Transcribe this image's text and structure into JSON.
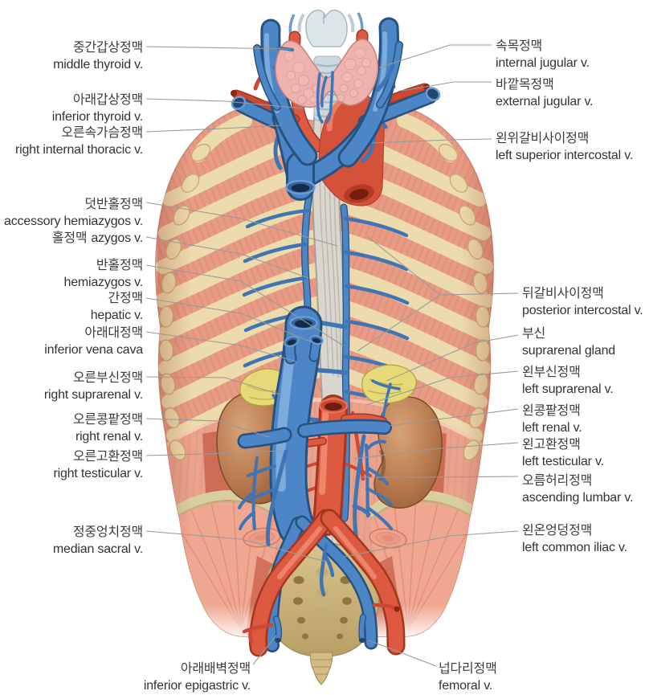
{
  "labels": {
    "left": [
      {
        "ko": "중간갑상정맥",
        "en": "middle thyroid v."
      },
      {
        "ko": "아래갑상정맥",
        "en": "inferior thyroid v."
      },
      {
        "ko": "오른속가슴정맥",
        "en": "right internal thoracic v."
      },
      {
        "ko": "덧반홀정맥",
        "en": "accessory hemiazygos v."
      },
      {
        "ko": "홀정맥",
        "en": "azygos v."
      },
      {
        "ko": "반홀정맥",
        "en": "hemiazygos v."
      },
      {
        "ko": "간정맥",
        "en": "hepatic v."
      },
      {
        "ko": "아래대정맥",
        "en": "inferior vena cava"
      },
      {
        "ko": "오른부신정맥",
        "en": "right suprarenal v."
      },
      {
        "ko": "오른콩팥정맥",
        "en": "right renal v."
      },
      {
        "ko": "오른고환정맥",
        "en": "right testicular v."
      },
      {
        "ko": "정중엉치정맥",
        "en": "median sacral v."
      }
    ],
    "right": [
      {
        "ko": "속목정맥",
        "en": "internal jugular v."
      },
      {
        "ko": "바깥목정맥",
        "en": "external jugular v."
      },
      {
        "ko": "왼위갈비사이정맥",
        "en": "left superior intercostal v."
      },
      {
        "ko": "뒤갈비사이정맥",
        "en": "posterior intercostal v."
      },
      {
        "ko": "부신",
        "en": "suprarenal gland"
      },
      {
        "ko": "왼부신정맥",
        "en": "left suprarenal v."
      },
      {
        "ko": "왼콩팥정맥",
        "en": "left renal v."
      },
      {
        "ko": "왼고환정맥",
        "en": "left testicular v."
      },
      {
        "ko": "오름허리정맥",
        "en": "ascending lumbar v."
      },
      {
        "ko": "왼온엉덩정맥",
        "en": "left common iliac v."
      }
    ],
    "bottom": [
      {
        "ko": "아래배벽정맥",
        "en": "inferior epigastric v."
      },
      {
        "ko": "넙다리정맥",
        "en": "femoral v."
      }
    ]
  },
  "colors": {
    "vein": "#4c86c6",
    "artery": "#dd5a40",
    "label_text": "#3c3c3c",
    "leader_line": "#999999",
    "bone": "#ecd9a9",
    "muscle": "#e89c86",
    "kidney": "#b97c50",
    "adrenal": "#e6da78",
    "sacrum": "#cdb67e",
    "thyroid": "#eeb2ae",
    "esophagus": "#d9d5cf"
  }
}
